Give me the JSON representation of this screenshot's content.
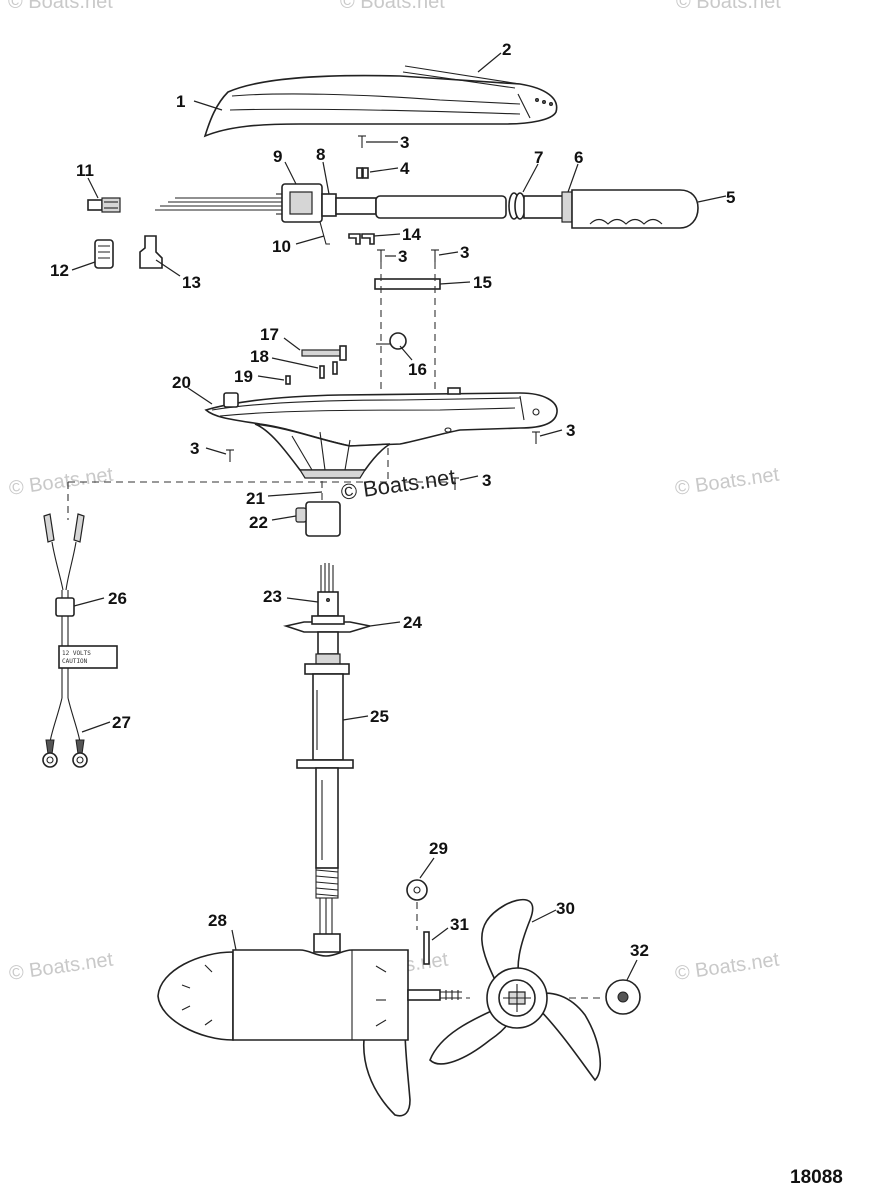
{
  "watermark": {
    "text": "© Boats.net"
  },
  "drawing_number": "18088",
  "wire_tag": {
    "line1": "12 VOLTS",
    "line2": "CAUTION"
  },
  "callouts": [
    {
      "id": "c1",
      "label": "1"
    },
    {
      "id": "c2",
      "label": "2"
    },
    {
      "id": "c3a",
      "label": "3"
    },
    {
      "id": "c3b",
      "label": "3"
    },
    {
      "id": "c3c",
      "label": "3"
    },
    {
      "id": "c3d",
      "label": "3"
    },
    {
      "id": "c3e",
      "label": "3"
    },
    {
      "id": "c3f",
      "label": "3"
    },
    {
      "id": "c4",
      "label": "4"
    },
    {
      "id": "c5",
      "label": "5"
    },
    {
      "id": "c6",
      "label": "6"
    },
    {
      "id": "c7",
      "label": "7"
    },
    {
      "id": "c8",
      "label": "8"
    },
    {
      "id": "c9",
      "label": "9"
    },
    {
      "id": "c10",
      "label": "10"
    },
    {
      "id": "c11",
      "label": "11"
    },
    {
      "id": "c12",
      "label": "12"
    },
    {
      "id": "c13",
      "label": "13"
    },
    {
      "id": "c14",
      "label": "14"
    },
    {
      "id": "c15",
      "label": "15"
    },
    {
      "id": "c16",
      "label": "16"
    },
    {
      "id": "c17",
      "label": "17"
    },
    {
      "id": "c18",
      "label": "18"
    },
    {
      "id": "c19",
      "label": "19"
    },
    {
      "id": "c20",
      "label": "20"
    },
    {
      "id": "c21",
      "label": "21"
    },
    {
      "id": "c22",
      "label": "22"
    },
    {
      "id": "c23",
      "label": "23"
    },
    {
      "id": "c24",
      "label": "24"
    },
    {
      "id": "c25",
      "label": "25"
    },
    {
      "id": "c26",
      "label": "26"
    },
    {
      "id": "c27",
      "label": "27"
    },
    {
      "id": "c28",
      "label": "28"
    },
    {
      "id": "c29",
      "label": "29"
    },
    {
      "id": "c30",
      "label": "30"
    },
    {
      "id": "c31",
      "label": "31"
    },
    {
      "id": "c32",
      "label": "32"
    }
  ]
}
